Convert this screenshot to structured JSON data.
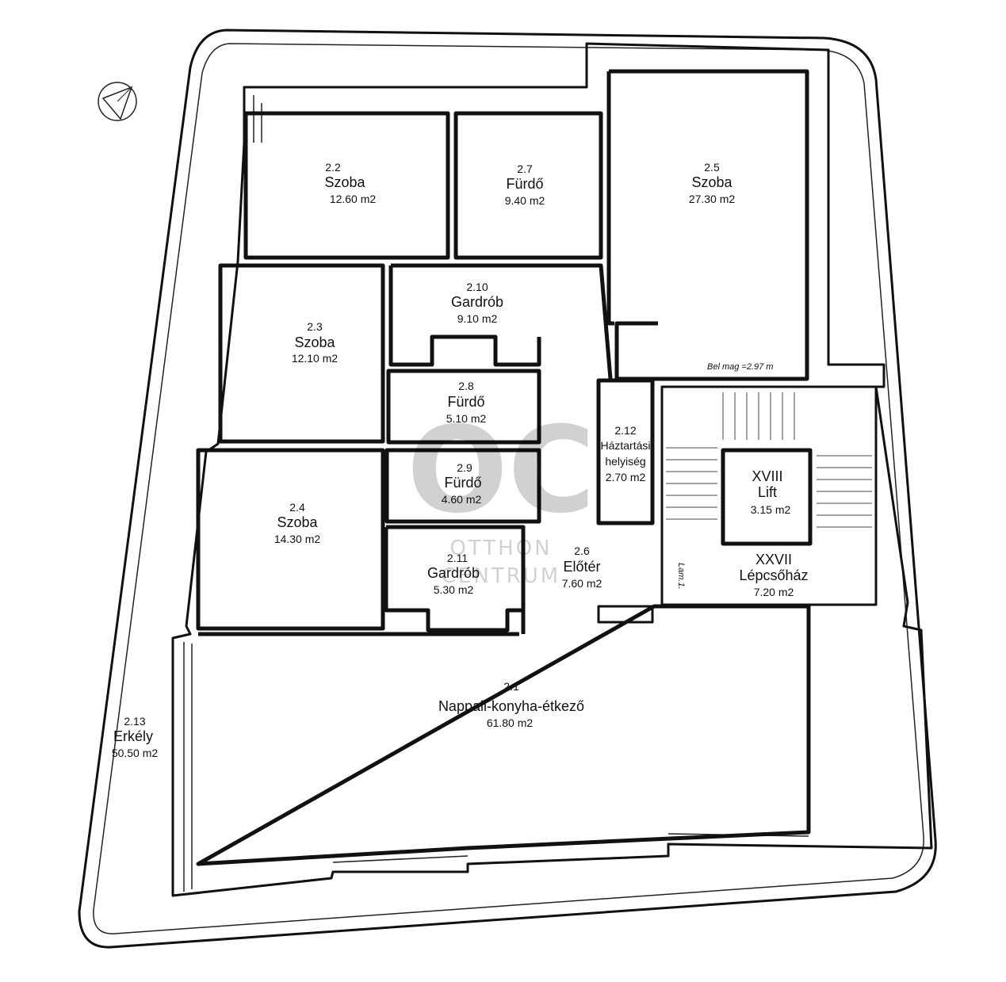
{
  "rooms": {
    "r2_2": {
      "num": "2.2",
      "name": "Szoba",
      "area": "12.60 m2"
    },
    "r2_7": {
      "num": "2.7",
      "name": "Fürdő",
      "area": "9.40 m2"
    },
    "r2_5": {
      "num": "2.5",
      "name": "Szoba",
      "area": "27.30 m2"
    },
    "r2_10": {
      "num": "2.10",
      "name": "Gardrób",
      "area": "9.10 m2"
    },
    "r2_3": {
      "num": "2.3",
      "name": "Szoba",
      "area": "12.10 m2"
    },
    "r2_8": {
      "num": "2.8",
      "name": "Fürdő",
      "area": "5.10 m2"
    },
    "r2_9": {
      "num": "2.9",
      "name": "Fürdő",
      "area": "4.60 m2"
    },
    "r2_4": {
      "num": "2.4",
      "name": "Szoba",
      "area": "14.30 m2"
    },
    "r2_11": {
      "num": "2.11",
      "name": "Gardrób",
      "area": "5.30 m2"
    },
    "r2_6": {
      "num": "2.6",
      "name": "Előtér",
      "area": "7.60 m2"
    },
    "r2_12": {
      "num": "2.12",
      "name1": "Háztartási",
      "name2": "helyiség",
      "area": "2.70 m2"
    },
    "lift": {
      "num": "XVIII",
      "name": "Lift",
      "area": "3.15 m2"
    },
    "stair": {
      "num": "XXVII",
      "name": "Lépcsőház",
      "area": "7.20 m2"
    },
    "r2_1": {
      "num": "2.1",
      "name": "Nappali-konyha-étkező",
      "area": "61.80 m2"
    },
    "r2_13": {
      "num": "2.13",
      "name": "Erkély",
      "area": "50.50 m2"
    }
  },
  "notes": {
    "ceiling_height": "Bel mag =2.97 m",
    "stair_mark": "Lam.1."
  },
  "watermark": {
    "logo": "OC",
    "line1": "OTTHON",
    "line2": "CENTRUM"
  },
  "icons": {
    "compass": "north-arrow-icon"
  }
}
